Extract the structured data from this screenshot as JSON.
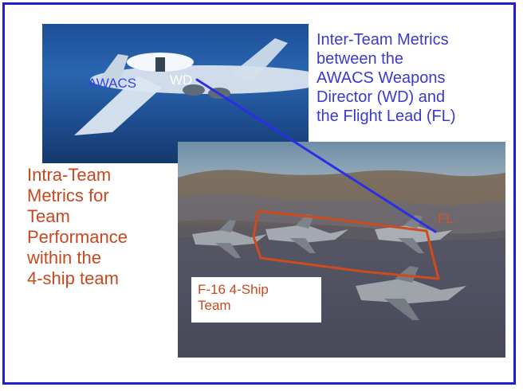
{
  "labels": {
    "awacs": "AWACS",
    "wd": "WD",
    "fl": "FL"
  },
  "inter_team_text": "Inter-Team Metrics\nbetween the\nAWACS Weapons\nDirector (WD) and\nthe Flight Lead (FL)",
  "intra_team_text": "Intra-Team\nMetrics for\nTeam\nPerformance\nwithin the\n4-ship team",
  "team_label": "F-16 4-Ship\nTeam",
  "colors": {
    "frame_border": "#1f1fd0",
    "blue_text": "#3a3ad0",
    "orange_text": "#c8481e",
    "link_line": "#2b2ee8",
    "team_outline": "#cf4a1d"
  }
}
